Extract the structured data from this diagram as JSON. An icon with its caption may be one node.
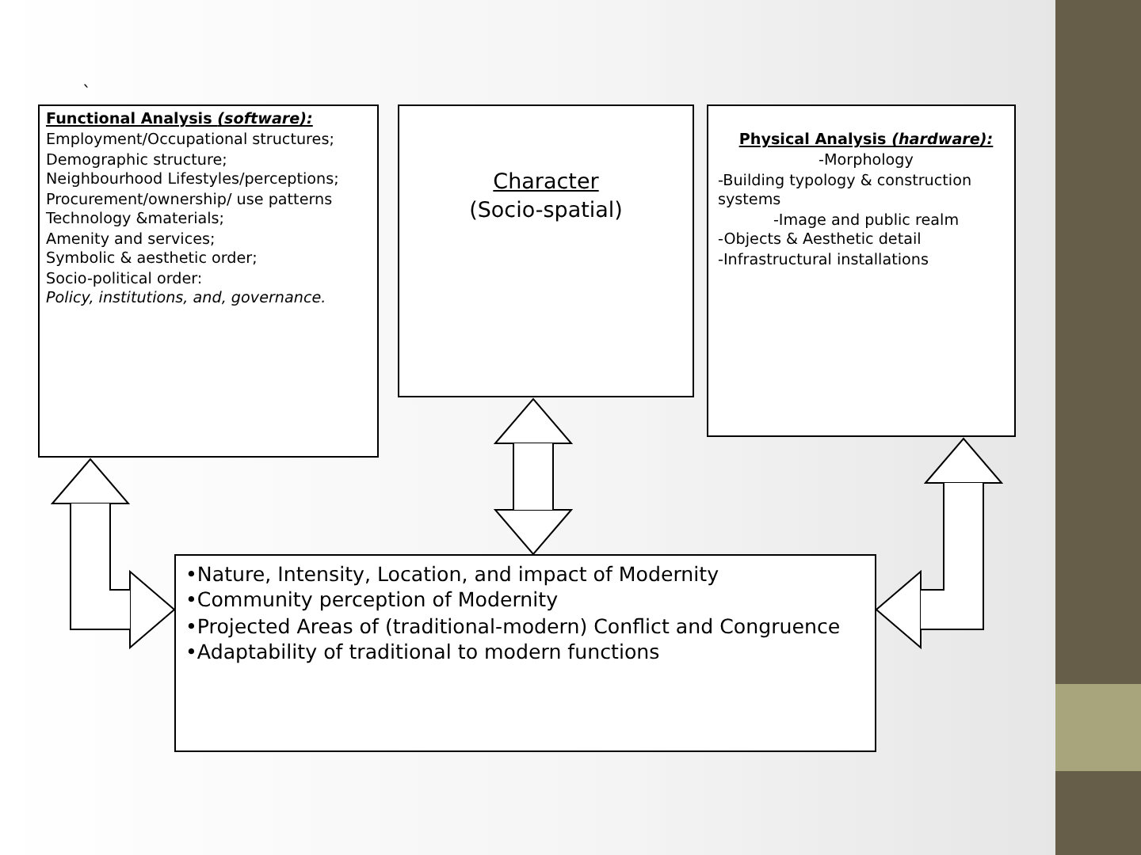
{
  "diagram": {
    "nodes": [
      {
        "text": [
          "Functional Analysis *(software):*",
          "Employment/Occupational structures;",
          "Demographic structure;",
          "Neighbourhood Lifestyles/perceptions;",
          "Procurement/ownership/ use patterns",
          "Technology &materials;",
          "Amenity and services;",
          "Symbolic & aesthetic order;",
          "Socio-political order:",
          "*Policy, institutions, and, governance.*"
        ]
      },
      {
        "text": [
          "Character",
          "(Socio-spatial)"
        ]
      },
      {
        "text": [
          "Physical Analysis *(hardware):*",
          "-Morphology",
          "-Building typology & construction systems",
          "-Image and public realm",
          "-Objects & Aesthetic detail",
          "-Infrastructural installations"
        ]
      },
      {
        "text": [
          "•Nature, Intensity, Location, and impact of Modernity",
          "•Community perception of Modernity",
          "•Projected Areas of (traditional-modern) Conflict and Congruence",
          "•Adaptability of traditional to modern functions"
        ]
      }
    ],
    "edges": [
      {
        "from": 0,
        "to": 3,
        "arrow": "both"
      },
      {
        "from": 1,
        "to": 3,
        "arrow": "both"
      },
      {
        "from": 2,
        "to": 3,
        "arrow": "both"
      }
    ],
    "labels": [
      "`"
    ]
  }
}
